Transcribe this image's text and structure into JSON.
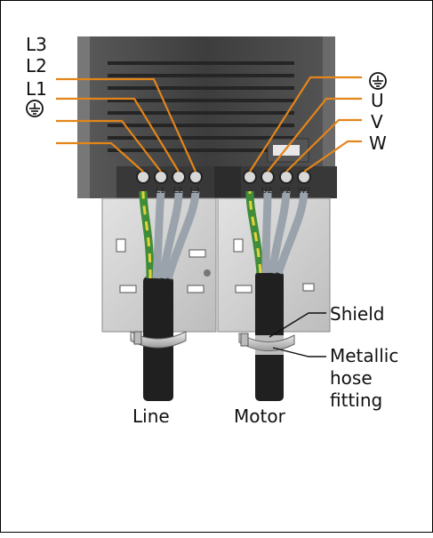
{
  "labels": {
    "left_terminals": [
      "L3",
      "L2",
      "L1"
    ],
    "right_terminals": [
      "U",
      "V",
      "W"
    ],
    "shield": "Shield",
    "hose": [
      "Metallic",
      "hose",
      "fitting"
    ],
    "line": "Line",
    "motor": "Motor"
  },
  "terminal_marks": {
    "line": [
      "L1",
      "L2",
      "L3"
    ],
    "motor": [
      "U2",
      "V2",
      "W2"
    ]
  },
  "colors": {
    "leader": "#e3851b",
    "housing": "#4b4b4b",
    "plate": "#cfcfcf",
    "cable": "#202020",
    "core_grey": "#9aa3ab",
    "pe_green": "#3f8c3a",
    "pe_yellow": "#e6d23a"
  }
}
